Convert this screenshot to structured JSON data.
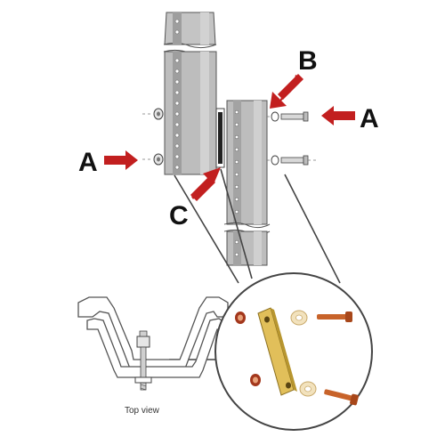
{
  "labels": {
    "a_left": "A",
    "a_right": "A",
    "b": "B",
    "c": "C"
  },
  "caption": "Top view",
  "colors": {
    "arrow": "#c21f1f",
    "post_fill": "#b9b9b9",
    "post_edge": "#555555",
    "plate": "#e1bf5a",
    "bolt": "#c8632a",
    "washer": "#efdcb2"
  },
  "icons": {
    "arrow": "red-arrow-icon",
    "bolt": "bolt-icon",
    "nut": "nut-icon",
    "washer": "washer-icon",
    "plate": "splice-plate-icon"
  }
}
